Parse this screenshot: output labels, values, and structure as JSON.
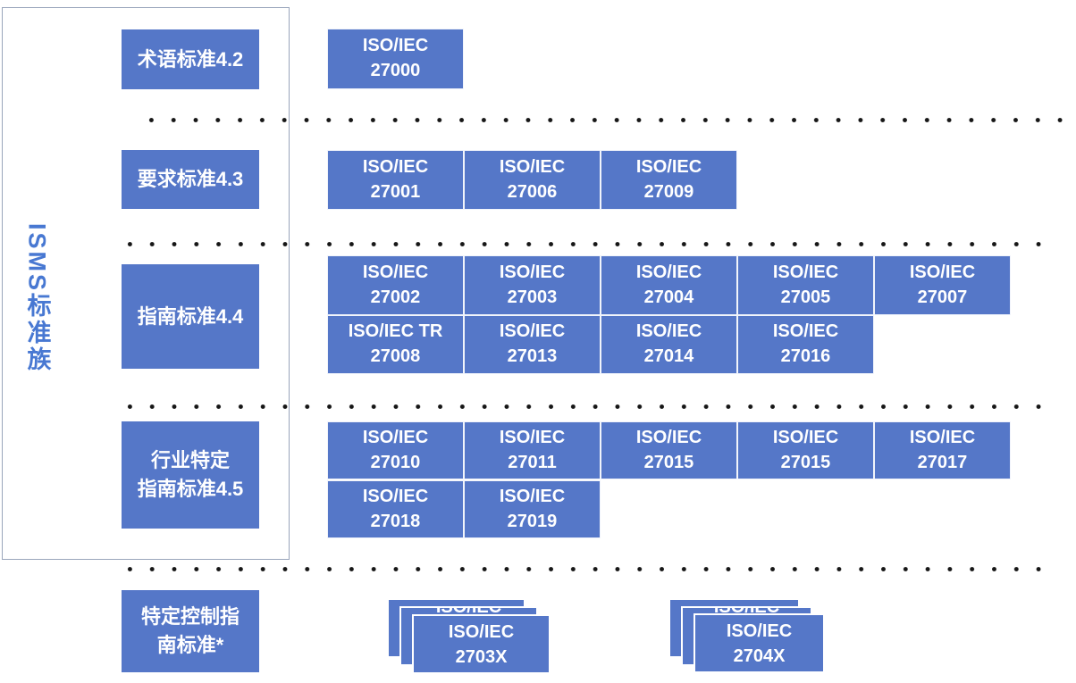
{
  "colors": {
    "box_blue": "#5577c8",
    "family_label_blue": "#4878d2",
    "outline_gray": "#808ea8",
    "dot_black": "#161616",
    "box_text": "#ffffff"
  },
  "family_label": "ISMS标准族",
  "sections": [
    {
      "id": "terminology",
      "label": "术语标准4.2",
      "row1": [
        "ISO/IEC\n27000"
      ]
    },
    {
      "id": "requirements",
      "label": "要求标准4.3",
      "row1": [
        "ISO/IEC\n27001",
        "ISO/IEC\n27006",
        "ISO/IEC\n27009"
      ]
    },
    {
      "id": "guidelines",
      "label": "指南标准4.4",
      "row1": [
        "ISO/IEC\n27002",
        "ISO/IEC\n27003",
        "ISO/IEC\n27004",
        "ISO/IEC\n27005",
        "ISO/IEC\n27007"
      ],
      "row2": [
        "ISO/IEC TR\n27008",
        "ISO/IEC\n27013",
        "ISO/IEC\n27014",
        "ISO/IEC\n27016"
      ]
    },
    {
      "id": "sector-specific",
      "label": "行业特定\n指南标准4.5",
      "row1": [
        "ISO/IEC\n27010",
        "ISO/IEC\n27011",
        "ISO/IEC\n27015",
        "ISO/IEC\n27015",
        "ISO/IEC\n27017"
      ],
      "row2": [
        "ISO/IEC\n27018",
        "ISO/IEC\n27019"
      ]
    },
    {
      "id": "control-specific",
      "label": "特定控制指\n南标准*",
      "stacks": [
        "ISO/IEC\n2703X",
        "ISO/IEC\n2704X"
      ]
    }
  ]
}
